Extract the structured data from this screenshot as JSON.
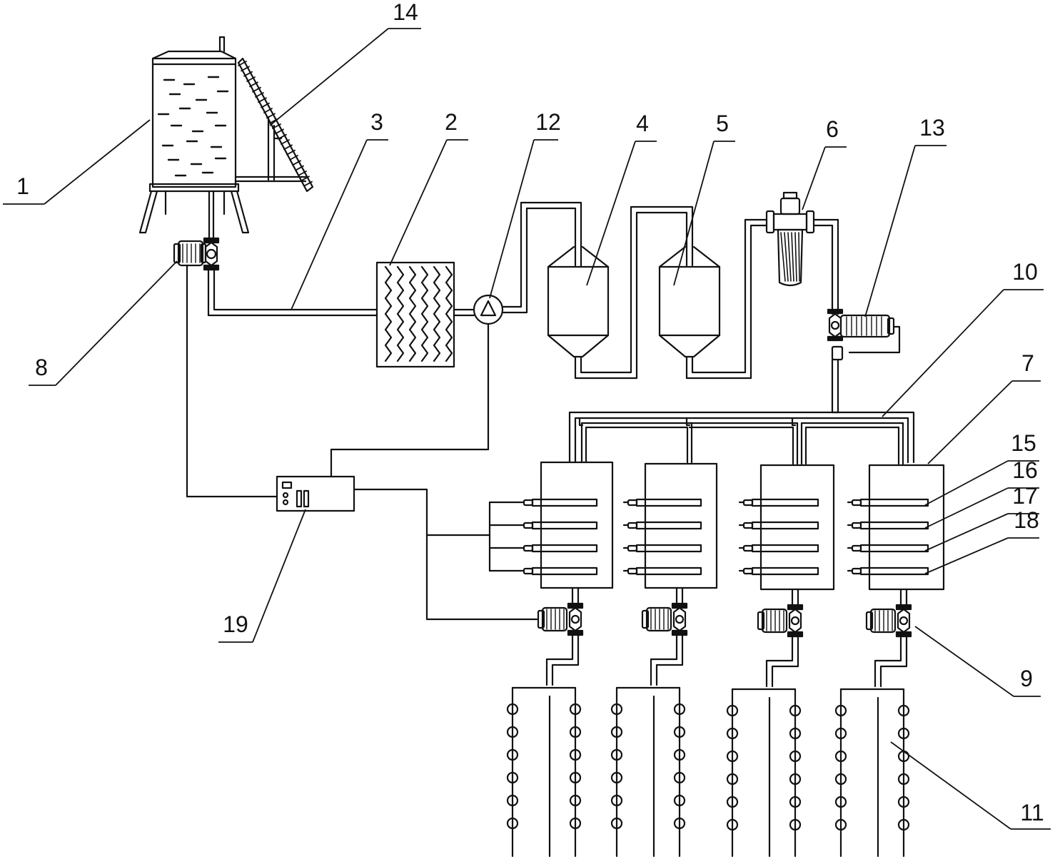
{
  "diagram": {
    "labels": {
      "tank": "1",
      "heat_exchanger": "2",
      "pipe": "3",
      "filter_tank_a": "4",
      "filter_tank_b": "5",
      "disc_filter": "6",
      "mixing_tank": "7",
      "flow_meter_main": "8",
      "outlet_valve": "9",
      "distribution_pipe": "10",
      "drip_line": "11",
      "pump": "12",
      "flow_meter_branch": "13",
      "conveyor": "14",
      "probe_1": "15",
      "probe_2": "16",
      "probe_3": "17",
      "probe_4": "18",
      "controller": "19"
    },
    "colors": {
      "stroke": "#111111",
      "background": "#ffffff"
    }
  }
}
